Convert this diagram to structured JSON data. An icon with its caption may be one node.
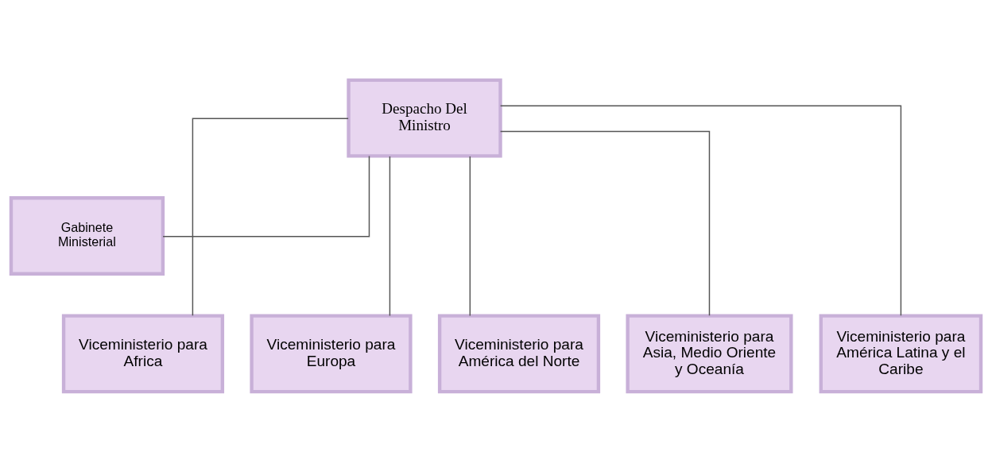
{
  "diagram": {
    "nodes": [
      {
        "text": [
          "Despacho Del Ministro"
        ]
      },
      {
        "text": [
          "Gabinete Ministerial"
        ]
      },
      {
        "text": [
          "Viceministerio para Africa"
        ]
      },
      {
        "text": [
          "Viceministerio para Europa"
        ]
      },
      {
        "text": [
          "Viceministerio para América del Norte"
        ]
      },
      {
        "text": [
          "Viceministerio para Asia, Medio Oriente y Oceanía"
        ]
      },
      {
        "text": [
          "Viceministerio para América Latina y el Caribe"
        ]
      }
    ],
    "edges": [
      {
        "from": 0,
        "to": 1,
        "arrow": "none"
      },
      {
        "from": 0,
        "to": 2,
        "arrow": "none"
      },
      {
        "from": 0,
        "to": 3,
        "arrow": "none"
      },
      {
        "from": 0,
        "to": 4,
        "arrow": "none"
      },
      {
        "from": 0,
        "to": 5,
        "arrow": "none"
      },
      {
        "from": 0,
        "to": 6,
        "arrow": "none"
      }
    ]
  }
}
